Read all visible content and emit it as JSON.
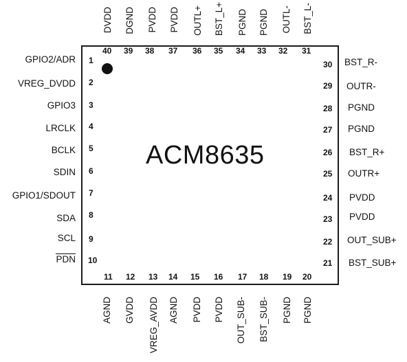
{
  "chip": {
    "name": "ACM8635"
  },
  "pins": {
    "p1": {
      "num": "1",
      "label": "GPIO2/ADR"
    },
    "p2": {
      "num": "2",
      "label": "VREG_DVDD"
    },
    "p3": {
      "num": "3",
      "label": "GPIO3"
    },
    "p4": {
      "num": "4",
      "label": "LRCLK"
    },
    "p5": {
      "num": "5",
      "label": "BCLK"
    },
    "p6": {
      "num": "6",
      "label": "SDIN"
    },
    "p7": {
      "num": "7",
      "label": "GPIO1/SDOUT"
    },
    "p8": {
      "num": "8",
      "label": "SDA"
    },
    "p9": {
      "num": "9",
      "label": "SCL"
    },
    "p10": {
      "num": "10",
      "label": "PDN"
    },
    "p11": {
      "num": "11",
      "label": "AGND"
    },
    "p12": {
      "num": "12",
      "label": "GVDD"
    },
    "p13": {
      "num": "13",
      "label": "VREG_AVDD"
    },
    "p14": {
      "num": "14",
      "label": "AGND"
    },
    "p15": {
      "num": "15",
      "label": "PVDD"
    },
    "p16": {
      "num": "16",
      "label": "PVDD"
    },
    "p17": {
      "num": "17",
      "label": "OUT_SUB-"
    },
    "p18": {
      "num": "18",
      "label": "BST_SUB-"
    },
    "p19": {
      "num": "19",
      "label": "PGND"
    },
    "p20": {
      "num": "20",
      "label": "PGND"
    },
    "p21": {
      "num": "21",
      "label": "BST_SUB+"
    },
    "p22": {
      "num": "22",
      "label": "OUT_SUB+"
    },
    "p23": {
      "num": "23",
      "label": "PVDD"
    },
    "p24": {
      "num": "24",
      "label": "PVDD"
    },
    "p25": {
      "num": "25",
      "label": "OUTR+"
    },
    "p26": {
      "num": "26",
      "label": "BST_R+"
    },
    "p27": {
      "num": "27",
      "label": "PGND"
    },
    "p28": {
      "num": "28",
      "label": "PGND"
    },
    "p29": {
      "num": "29",
      "label": "OUTR-"
    },
    "p30": {
      "num": "30",
      "label": "BST_R-"
    },
    "p31": {
      "num": "31",
      "label": "BST_L-"
    },
    "p32": {
      "num": "32",
      "label": "OUTL-"
    },
    "p33": {
      "num": "33",
      "label": "PGND"
    },
    "p34": {
      "num": "34",
      "label": "PGND"
    },
    "p35": {
      "num": "35",
      "label": "BST_L+"
    },
    "p36": {
      "num": "36",
      "label": "OUTL+"
    },
    "p37": {
      "num": "37",
      "label": "PVDD"
    },
    "p38": {
      "num": "38",
      "label": "PVDD"
    },
    "p39": {
      "num": "39",
      "label": "DGND"
    },
    "p40": {
      "num": "40",
      "label": "DVDD"
    }
  }
}
